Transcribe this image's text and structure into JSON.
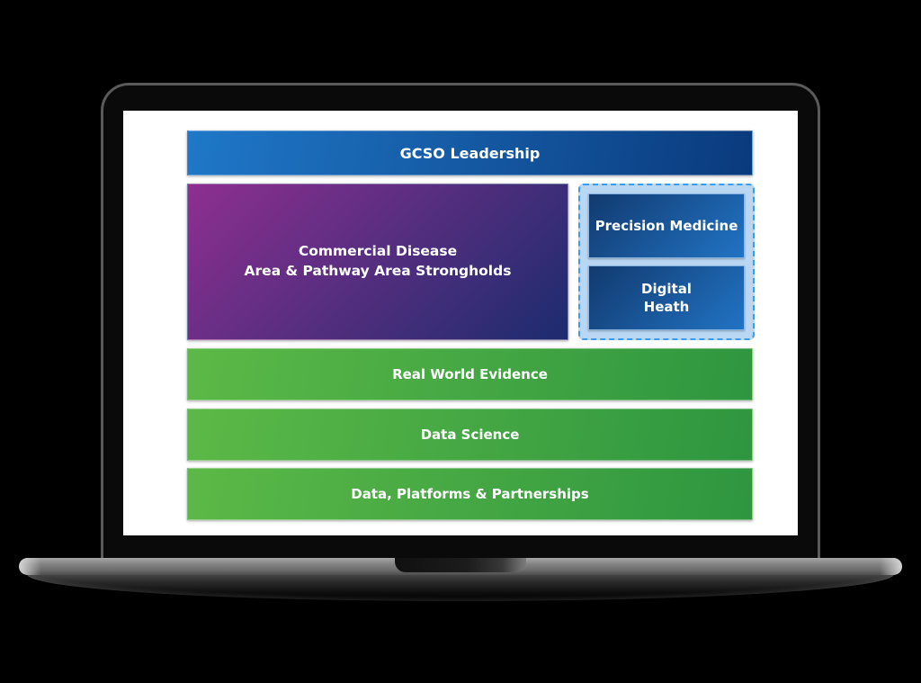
{
  "diagram": {
    "top_bar": {
      "label": "GCSO Leadership"
    },
    "main_block": {
      "lines": [
        "Commercial Disease",
        "Area & Pathway Area Strongholds"
      ]
    },
    "side_panel": {
      "items": [
        {
          "lines": [
            "Precision Medicine",
            ""
          ]
        },
        {
          "lines": [
            "Digital",
            "Heath"
          ]
        }
      ]
    },
    "bottom_bars": [
      {
        "label": "Real World Evidence"
      },
      {
        "label": "Data Science"
      },
      {
        "label": "Data, Platforms & Partnerships"
      }
    ],
    "colors": {
      "blue_bar_start": "#1f78c8",
      "blue_bar_end": "#0a3a7d",
      "purple_start": "#8e2f90",
      "purple_end": "#1c2c6e",
      "green_start": "#5cb947",
      "green_end": "#2e9640",
      "side_block_start": "#123a6f",
      "side_block_end": "#2173c4",
      "side_panel_bg": "#b9d6f2",
      "side_panel_border": "#3d9ce9",
      "text": "#ffffff"
    }
  }
}
